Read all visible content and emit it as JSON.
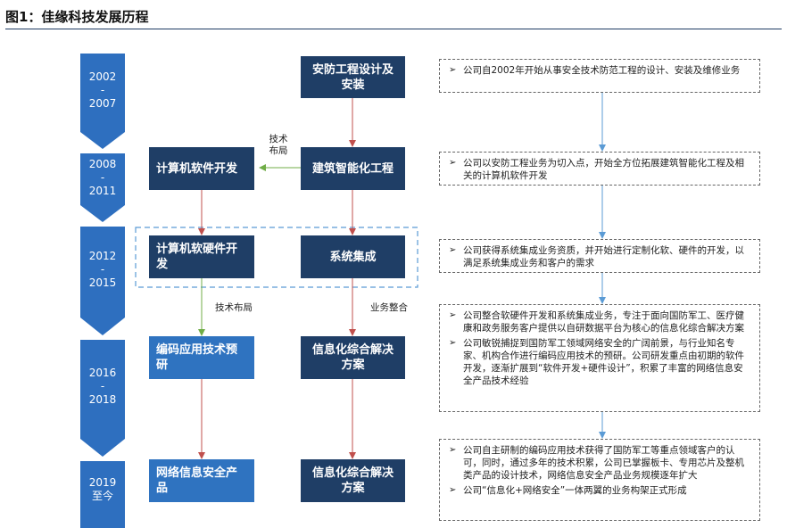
{
  "title": "图1：佳缘科技发展历程",
  "years": [
    {
      "start": "2002",
      "dash": "-",
      "end": "2007"
    },
    {
      "start": "2008",
      "dash": "-",
      "end": "2011"
    },
    {
      "start": "2012",
      "dash": "-",
      "end": "2015"
    },
    {
      "start": "2016",
      "dash": "-",
      "end": "2018"
    },
    {
      "start": "2019",
      "dash": "",
      "end": "至今"
    }
  ],
  "boxes": {
    "security_engineering": "安防工程设计及安装",
    "building_intelligent": "建筑智能化工程",
    "software_dev": "计算机软件开发",
    "software_hardware_dev": "计算机软硬件开发",
    "system_integration": "系统集成",
    "coding_research": "编码应用技术预研",
    "informatization_1": "信息化综合解决方案",
    "network_security": "网络信息安全产品",
    "informatization_2": "信息化综合解决方案"
  },
  "labels": {
    "tech_layout_1": "技术\n布局",
    "tech_layout_2": "技术布局",
    "business_integration": "业务整合"
  },
  "descriptions": {
    "d1": [
      "公司自2002年开始从事安全技术防范工程的设计、安装及维修业务"
    ],
    "d2": [
      "公司以安防工程业务为切入点，开始全方位拓展建筑智能化工程及相关的计算机软件开发"
    ],
    "d3": [
      "公司获得系统集成业务资质，并开始进行定制化软、硬件的开发，以满足系统集成业务和客户的需求"
    ],
    "d4": [
      "公司整合软硬件开发和系统集成业务，专注于面向国防军工、医疗健康和政务服务客户提供以自研数据平台为核心的信息化综合解决方案",
      "公司敏锐捕捉到国防军工领域网络安全的广阔前景，与行业知名专家、机构合作进行编码应用技术的预研。公司研发重点由初期的软件开发，逐渐扩展到“软件开发+硬件设计”，积累了丰富的网络信息安全产品技术经验"
    ],
    "d5": [
      "公司自主研制的编码应用技术获得了国防军工等重点领域客户的认可，同时，通过多年的技术积累，公司已掌握板卡、专用芯片及整机类产品的设计技术，网络信息安全产品业务规模逐年扩大",
      "公司“信息化+网络安全”一体两翼的业务构架正式形成"
    ]
  },
  "colors": {
    "dark_box": "#1f3e66",
    "light_box": "#2f73c0",
    "timeline": "#2e6fbf",
    "red_arrow": "#c0504d",
    "green_arrow": "#70ad47",
    "blue_arrow": "#5b9bd5",
    "dashed_frame": "#5b9bd5"
  }
}
